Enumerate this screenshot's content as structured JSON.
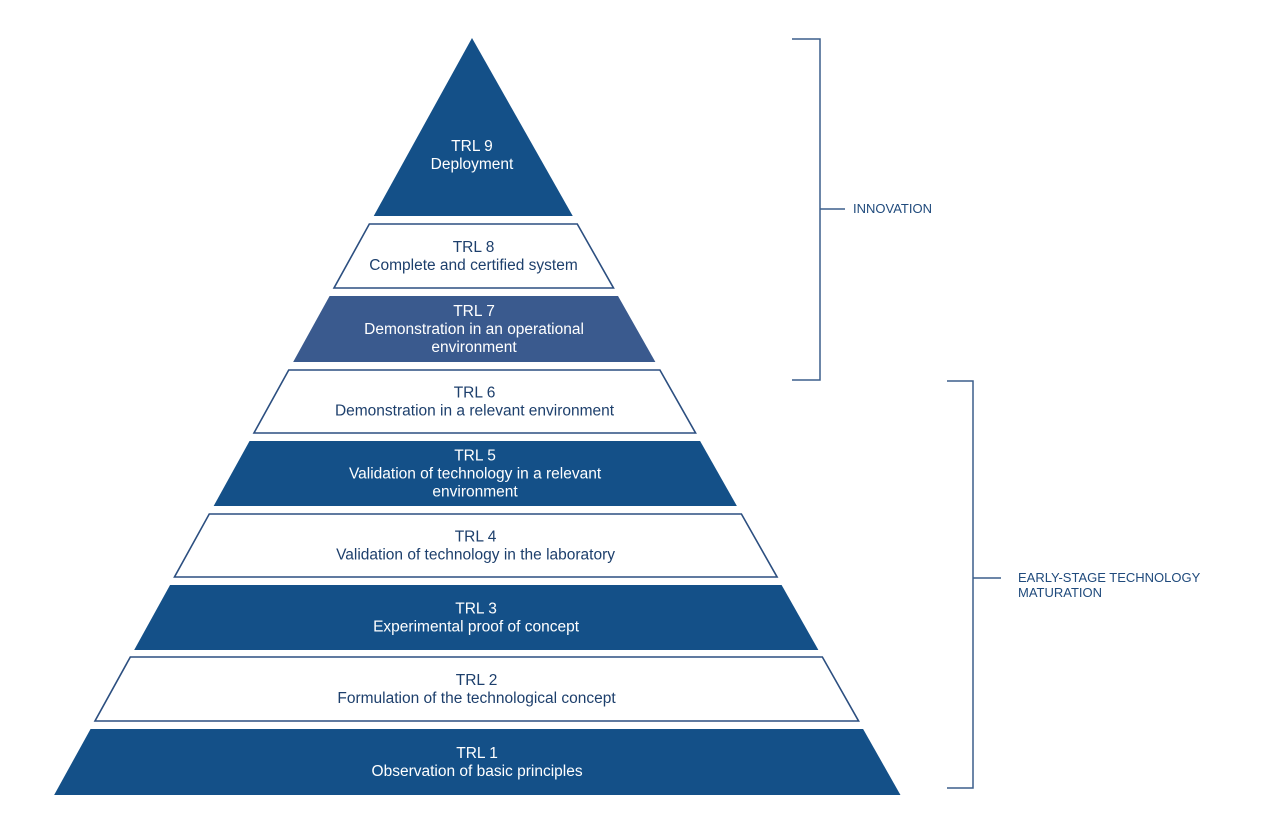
{
  "title": "Technology Readiness Levels pyramid",
  "colors": {
    "dark_blue": "#145088",
    "medium_blue": "#3a5a8e",
    "outline": "#2c4f80",
    "text_on_white": "#1d3f6c",
    "text_on_blue": "#ffffff",
    "bracket": "#3b5f8c"
  },
  "levels": [
    {
      "id": "TRL 9",
      "name": "Deployment",
      "lines": [
        "TRL 9",
        "Deployment"
      ],
      "style": "dark"
    },
    {
      "id": "TRL 8",
      "name": "Complete and certified system",
      "lines": [
        "TRL 8",
        "Complete and certified system"
      ],
      "style": "white"
    },
    {
      "id": "TRL 7",
      "name": "Demonstration in an operational environment",
      "lines": [
        "TRL 7",
        "Demonstration in an operational",
        "environment"
      ],
      "style": "medium"
    },
    {
      "id": "TRL 6",
      "name": "Demonstration in a relevant environment",
      "lines": [
        "TRL 6",
        "Demonstration in a relevant environment"
      ],
      "style": "white"
    },
    {
      "id": "TRL 5",
      "name": "Validation of technology in a relevant environment",
      "lines": [
        "TRL 5",
        "Validation of technology in a relevant",
        "environment"
      ],
      "style": "dark"
    },
    {
      "id": "TRL 4",
      "name": "Validation of technology in the laboratory",
      "lines": [
        "TRL 4",
        "Validation of technology in the laboratory"
      ],
      "style": "white"
    },
    {
      "id": "TRL 3",
      "name": "Experimental proof of concept",
      "lines": [
        "TRL 3",
        "Experimental proof of concept"
      ],
      "style": "dark"
    },
    {
      "id": "TRL 2",
      "name": "Formulation of the technological concept",
      "lines": [
        "TRL 2",
        "Formulation of the technological concept"
      ],
      "style": "white"
    },
    {
      "id": "TRL 1",
      "name": "Observation of basic principles",
      "lines": [
        "TRL 1",
        "Observation of basic principles"
      ],
      "style": "dark"
    }
  ],
  "groups": [
    {
      "name": "innovation",
      "label_lines": [
        "INNOVATION"
      ],
      "spans_levels": [
        "TRL 9",
        "TRL 8",
        "TRL 7"
      ]
    },
    {
      "name": "early-stage",
      "label_lines": [
        "EARLY-STAGE TECHNOLOGY",
        "MATURATION"
      ],
      "spans_levels": [
        "TRL 6",
        "TRL 5",
        "TRL 4",
        "TRL 3",
        "TRL 2",
        "TRL 1"
      ]
    }
  ]
}
